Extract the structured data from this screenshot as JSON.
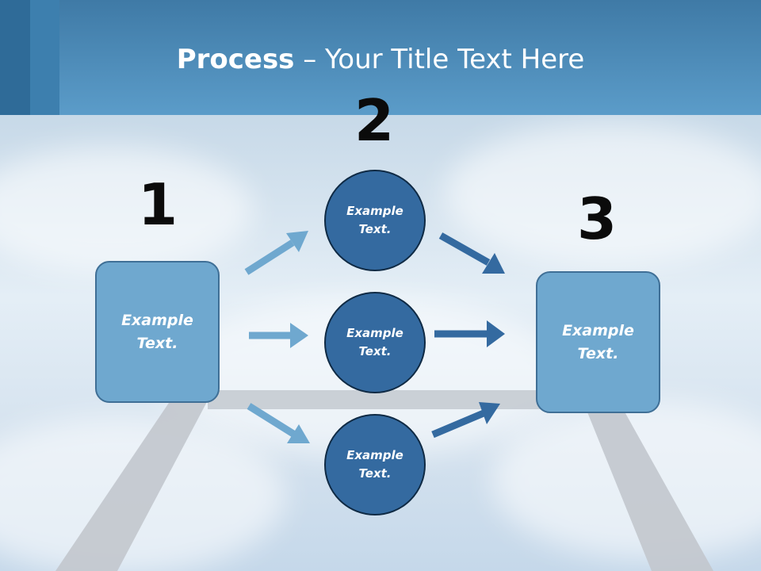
{
  "title": {
    "bold": "Process",
    "rest": " – Your Title Text Here"
  },
  "steps": [
    {
      "number": "1",
      "label": "Example Text."
    },
    {
      "number": "2",
      "items": [
        "Example Text.",
        "Example Text.",
        "Example Text."
      ]
    },
    {
      "number": "3",
      "label": "Example Text."
    }
  ],
  "colors": {
    "header": "#5b9cc9",
    "box": "#6fa8cf",
    "circle": "#346aa0",
    "arrow_light": "#6fa8cf",
    "arrow_dark": "#346aa0"
  }
}
